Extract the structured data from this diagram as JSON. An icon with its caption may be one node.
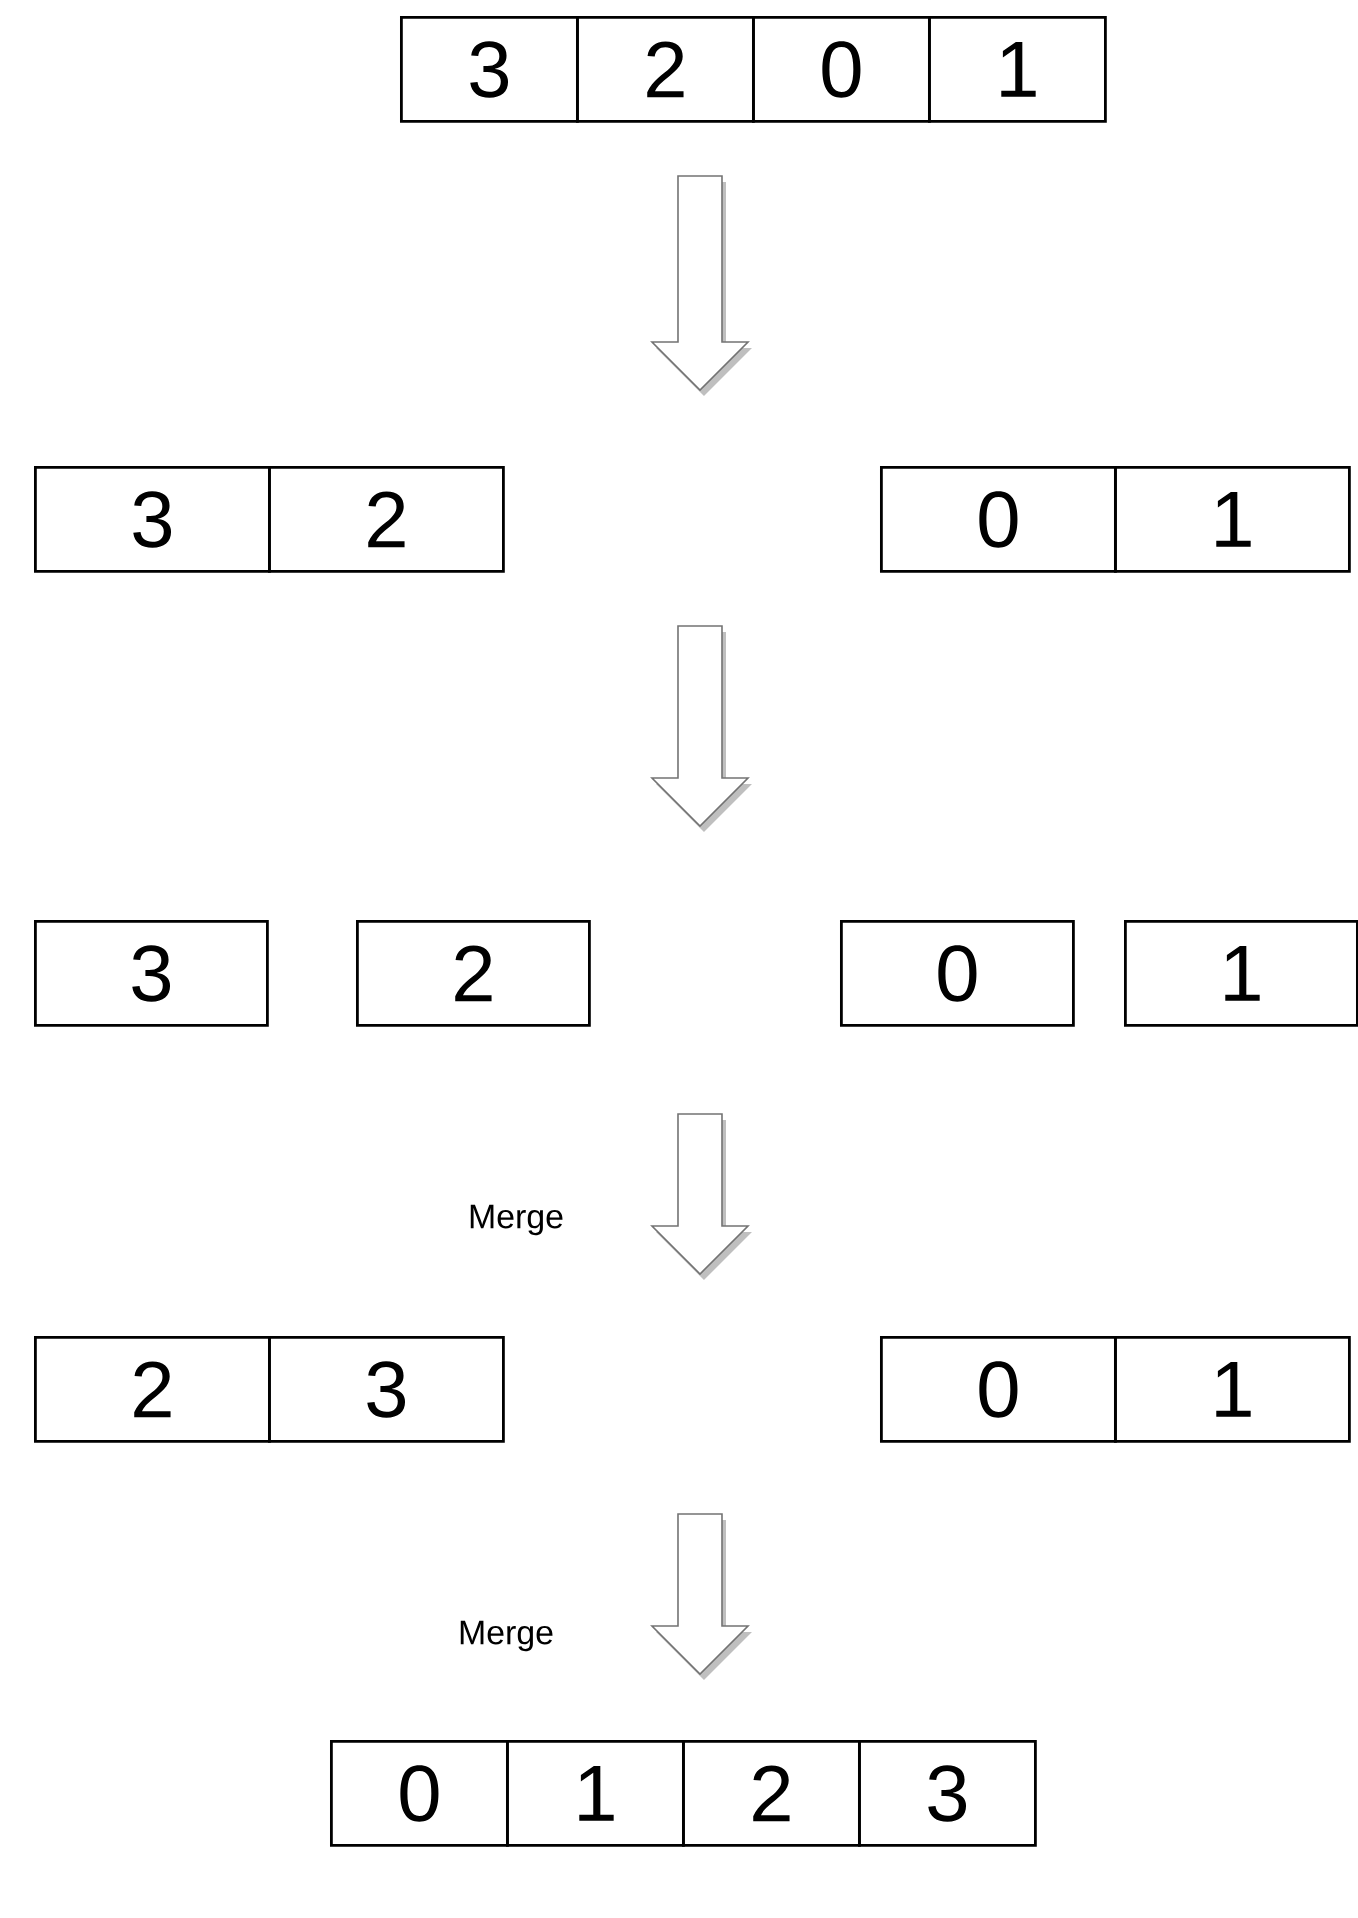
{
  "diagram": {
    "nodes": [
      {
        "text": [
          "3",
          "2",
          "0",
          "1"
        ]
      },
      {
        "text": [
          "3",
          "2"
        ]
      },
      {
        "text": [
          "0",
          "1"
        ]
      },
      {
        "text": [
          "3"
        ]
      },
      {
        "text": [
          "2"
        ]
      },
      {
        "text": [
          "0"
        ]
      },
      {
        "text": [
          "1"
        ]
      },
      {
        "text": [
          "2",
          "3"
        ]
      },
      {
        "text": [
          "0",
          "1"
        ]
      },
      {
        "text": [
          "0",
          "1",
          "2",
          "3"
        ]
      }
    ],
    "labels": [
      "Merge",
      "Merge"
    ]
  }
}
